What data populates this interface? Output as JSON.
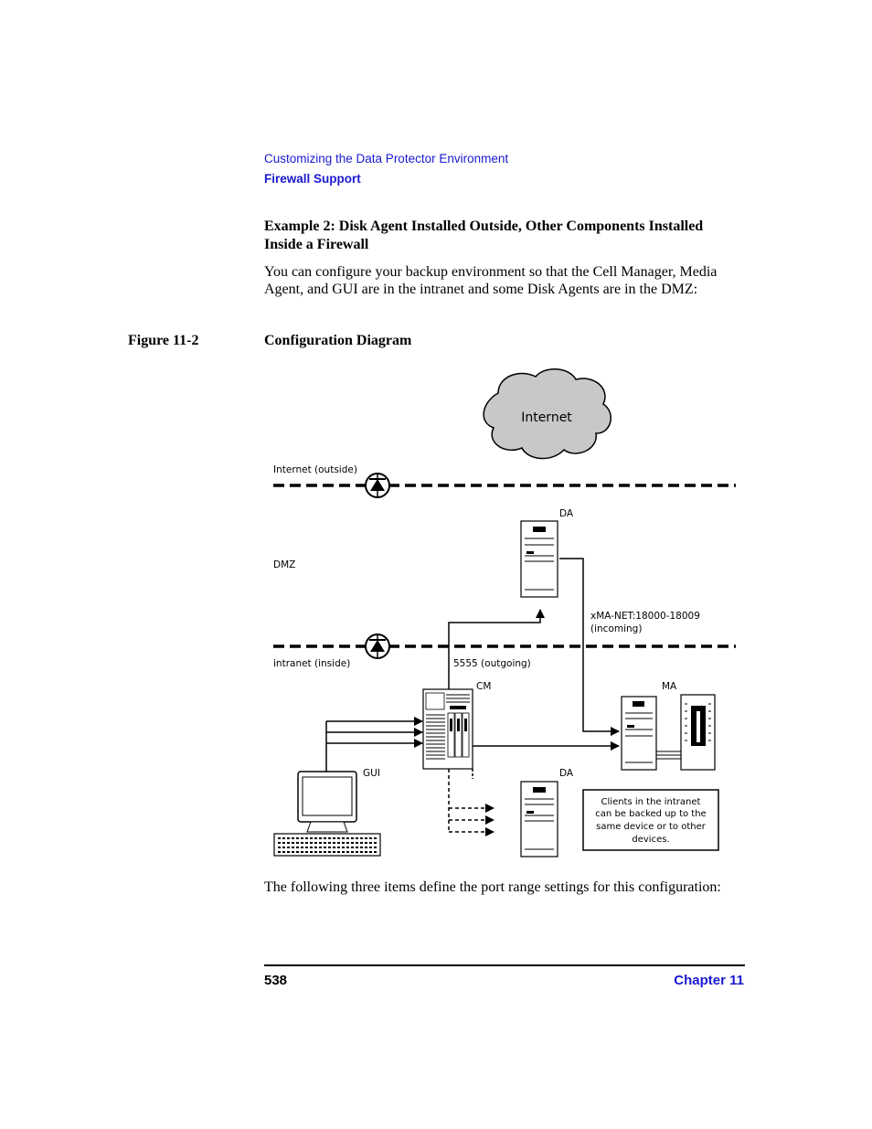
{
  "breadcrumb": {
    "section": "Customizing the Data Protector Environment",
    "subsection": "Firewall Support"
  },
  "heading": "Example 2: Disk Agent Installed Outside, Other Components Installed Inside a Firewall",
  "intro": "You can configure your backup environment so that the Cell Manager, Media Agent, and GUI are in the intranet and some Disk Agents are in the DMZ:",
  "figure": {
    "number": "Figure 11-2",
    "title": "Configuration Diagram"
  },
  "diagram": {
    "cloud_label": "Internet",
    "zone_outside": "Internet (outside)",
    "zone_dmz": "DMZ",
    "zone_inside": "intranet (inside)",
    "port_incoming_1": "xMA-NET:18000-18009",
    "port_incoming_2": "(incoming)",
    "port_outgoing": "5555 (outgoing)",
    "node_da_dmz": "DA",
    "node_cm": "CM",
    "node_ma": "MA",
    "node_gui": "GUI",
    "node_da_intranet": "DA",
    "note_lines": [
      "Clients in the intranet",
      "can be backed up to the",
      "same device or to other",
      "devices."
    ]
  },
  "outro": "The following three items define the port range settings for this configuration:",
  "footer": {
    "page_number": "538",
    "chapter": "Chapter 11"
  }
}
